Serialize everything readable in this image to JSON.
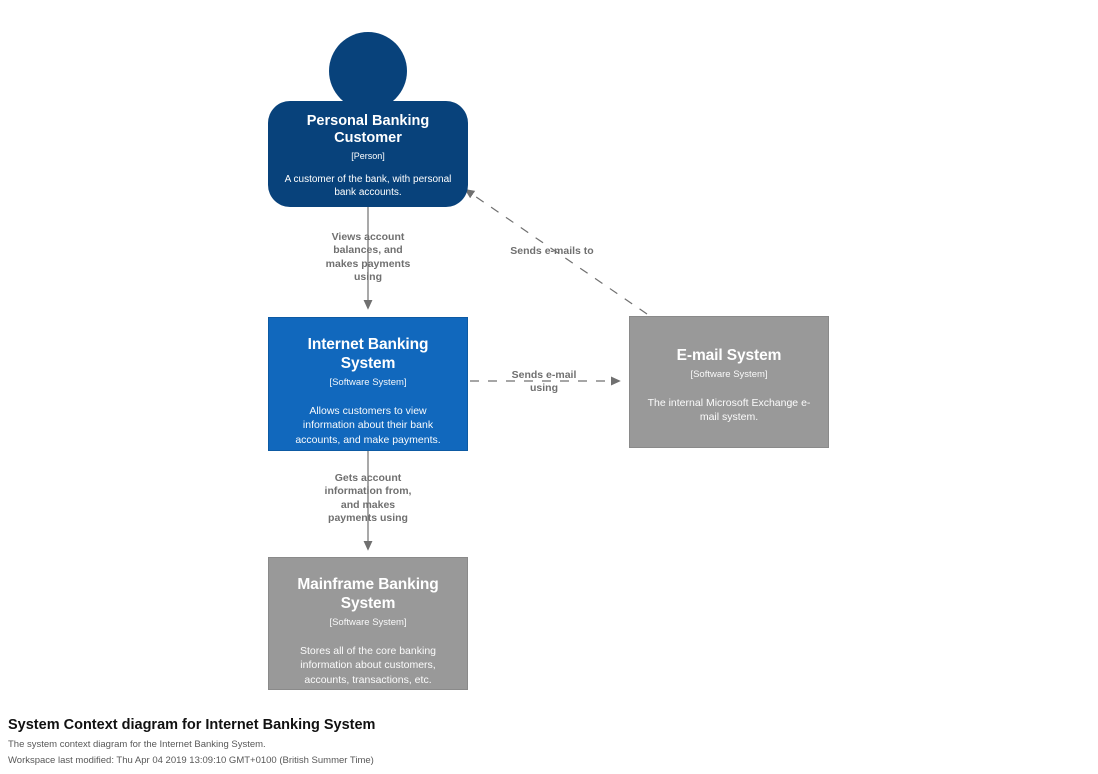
{
  "diagram": {
    "type": "c4-system-context",
    "caption": "System Context diagram for Internet Banking System",
    "description": "The system context diagram for the Internet Banking System.",
    "last_modified": "Workspace last modified: Thu Apr 04 2019 13:09:10 GMT+0100 (British Summer Time)",
    "colors": {
      "person": "#08427b",
      "internal_system": "#1168bd",
      "external_system": "#999999",
      "edge": "#707070",
      "label_text": "#707070",
      "node_text": "#ffffff",
      "background": "#ffffff"
    }
  },
  "nodes": [
    {
      "id": "personal-banking-customer",
      "shape": "person",
      "title": "Personal Banking Customer",
      "meta": "[Person]",
      "description": "A customer of the bank, with personal bank accounts."
    },
    {
      "id": "internet-banking-system",
      "shape": "box",
      "scope": "internal",
      "title": "Internet Banking System",
      "meta": "[Software System]",
      "description": "Allows customers to view information about their bank accounts, and make payments."
    },
    {
      "id": "email-system",
      "shape": "box",
      "scope": "external",
      "title": "E-mail System",
      "meta": "[Software System]",
      "description": "The internal Microsoft Exchange e-mail system."
    },
    {
      "id": "mainframe-banking-system",
      "shape": "box",
      "scope": "external",
      "title": "Mainframe Banking System",
      "meta": "[Software System]",
      "description": "Stores all of the core banking information about customers, accounts, transactions, etc."
    }
  ],
  "edges": [
    {
      "id": "customer-uses-internet-banking",
      "source": "personal-banking-customer",
      "target": "internet-banking-system",
      "label": "Views account\nbalances, and\nmakes payments\nusing",
      "style": "solid"
    },
    {
      "id": "internet-banking-uses-mainframe",
      "source": "internet-banking-system",
      "target": "mainframe-banking-system",
      "label": "Gets account\ninformation from,\nand makes\npayments using",
      "style": "solid"
    },
    {
      "id": "internet-banking-uses-email",
      "source": "internet-banking-system",
      "target": "email-system",
      "label": "Sends e-mail\nusing",
      "style": "dashed"
    },
    {
      "id": "email-sends-to-customer",
      "source": "email-system",
      "target": "personal-banking-customer",
      "label": "Sends e-mails to",
      "style": "dashed"
    }
  ]
}
